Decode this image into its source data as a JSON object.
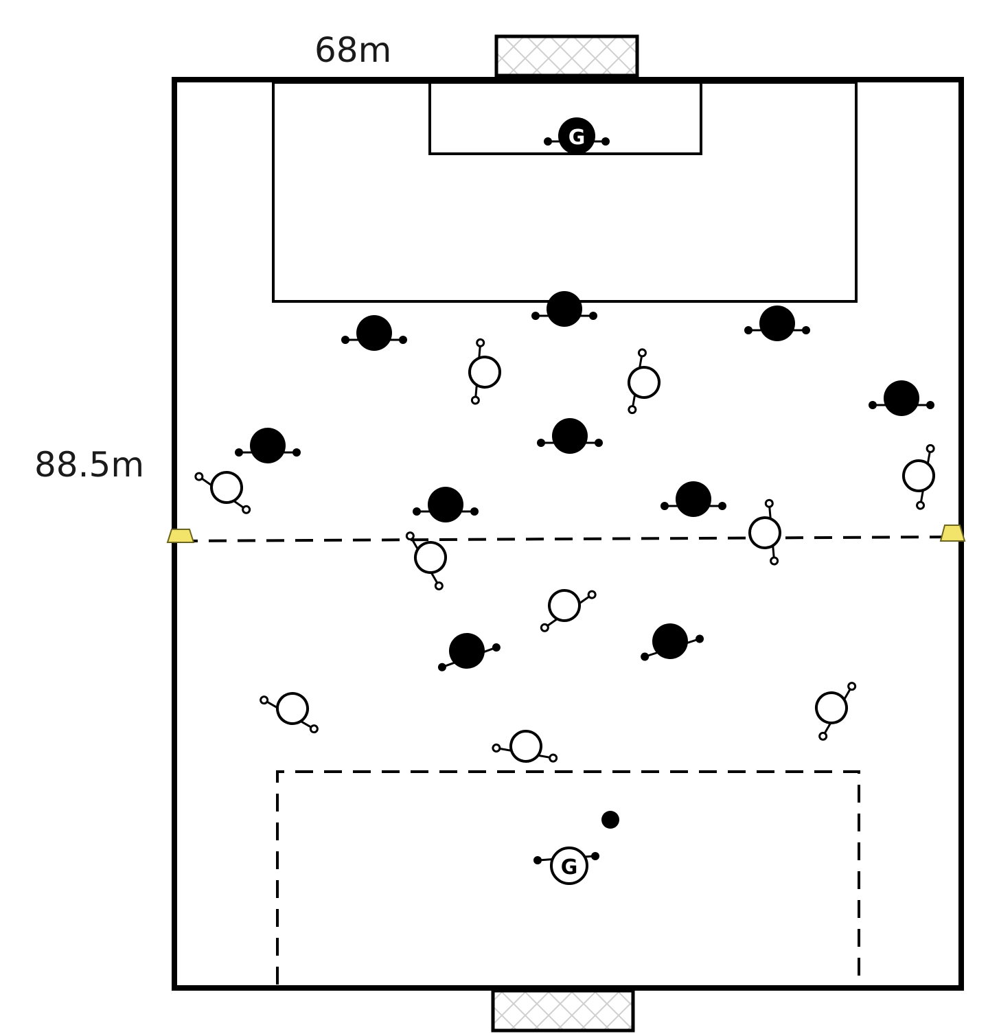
{
  "labels": {
    "width": "68m",
    "length": "88.5m"
  },
  "goalkeeper_mark": "G",
  "colors": {
    "line": "#000000",
    "team_dark": "#000000",
    "team_light": "#ffffff",
    "cone": "#f2e46a",
    "net": "#c8c8c8"
  },
  "icons": {
    "dark_player": "filled-circle-player-icon",
    "light_player": "hollow-circle-player-icon",
    "ball": "ball-icon",
    "cone": "cone-icon"
  }
}
